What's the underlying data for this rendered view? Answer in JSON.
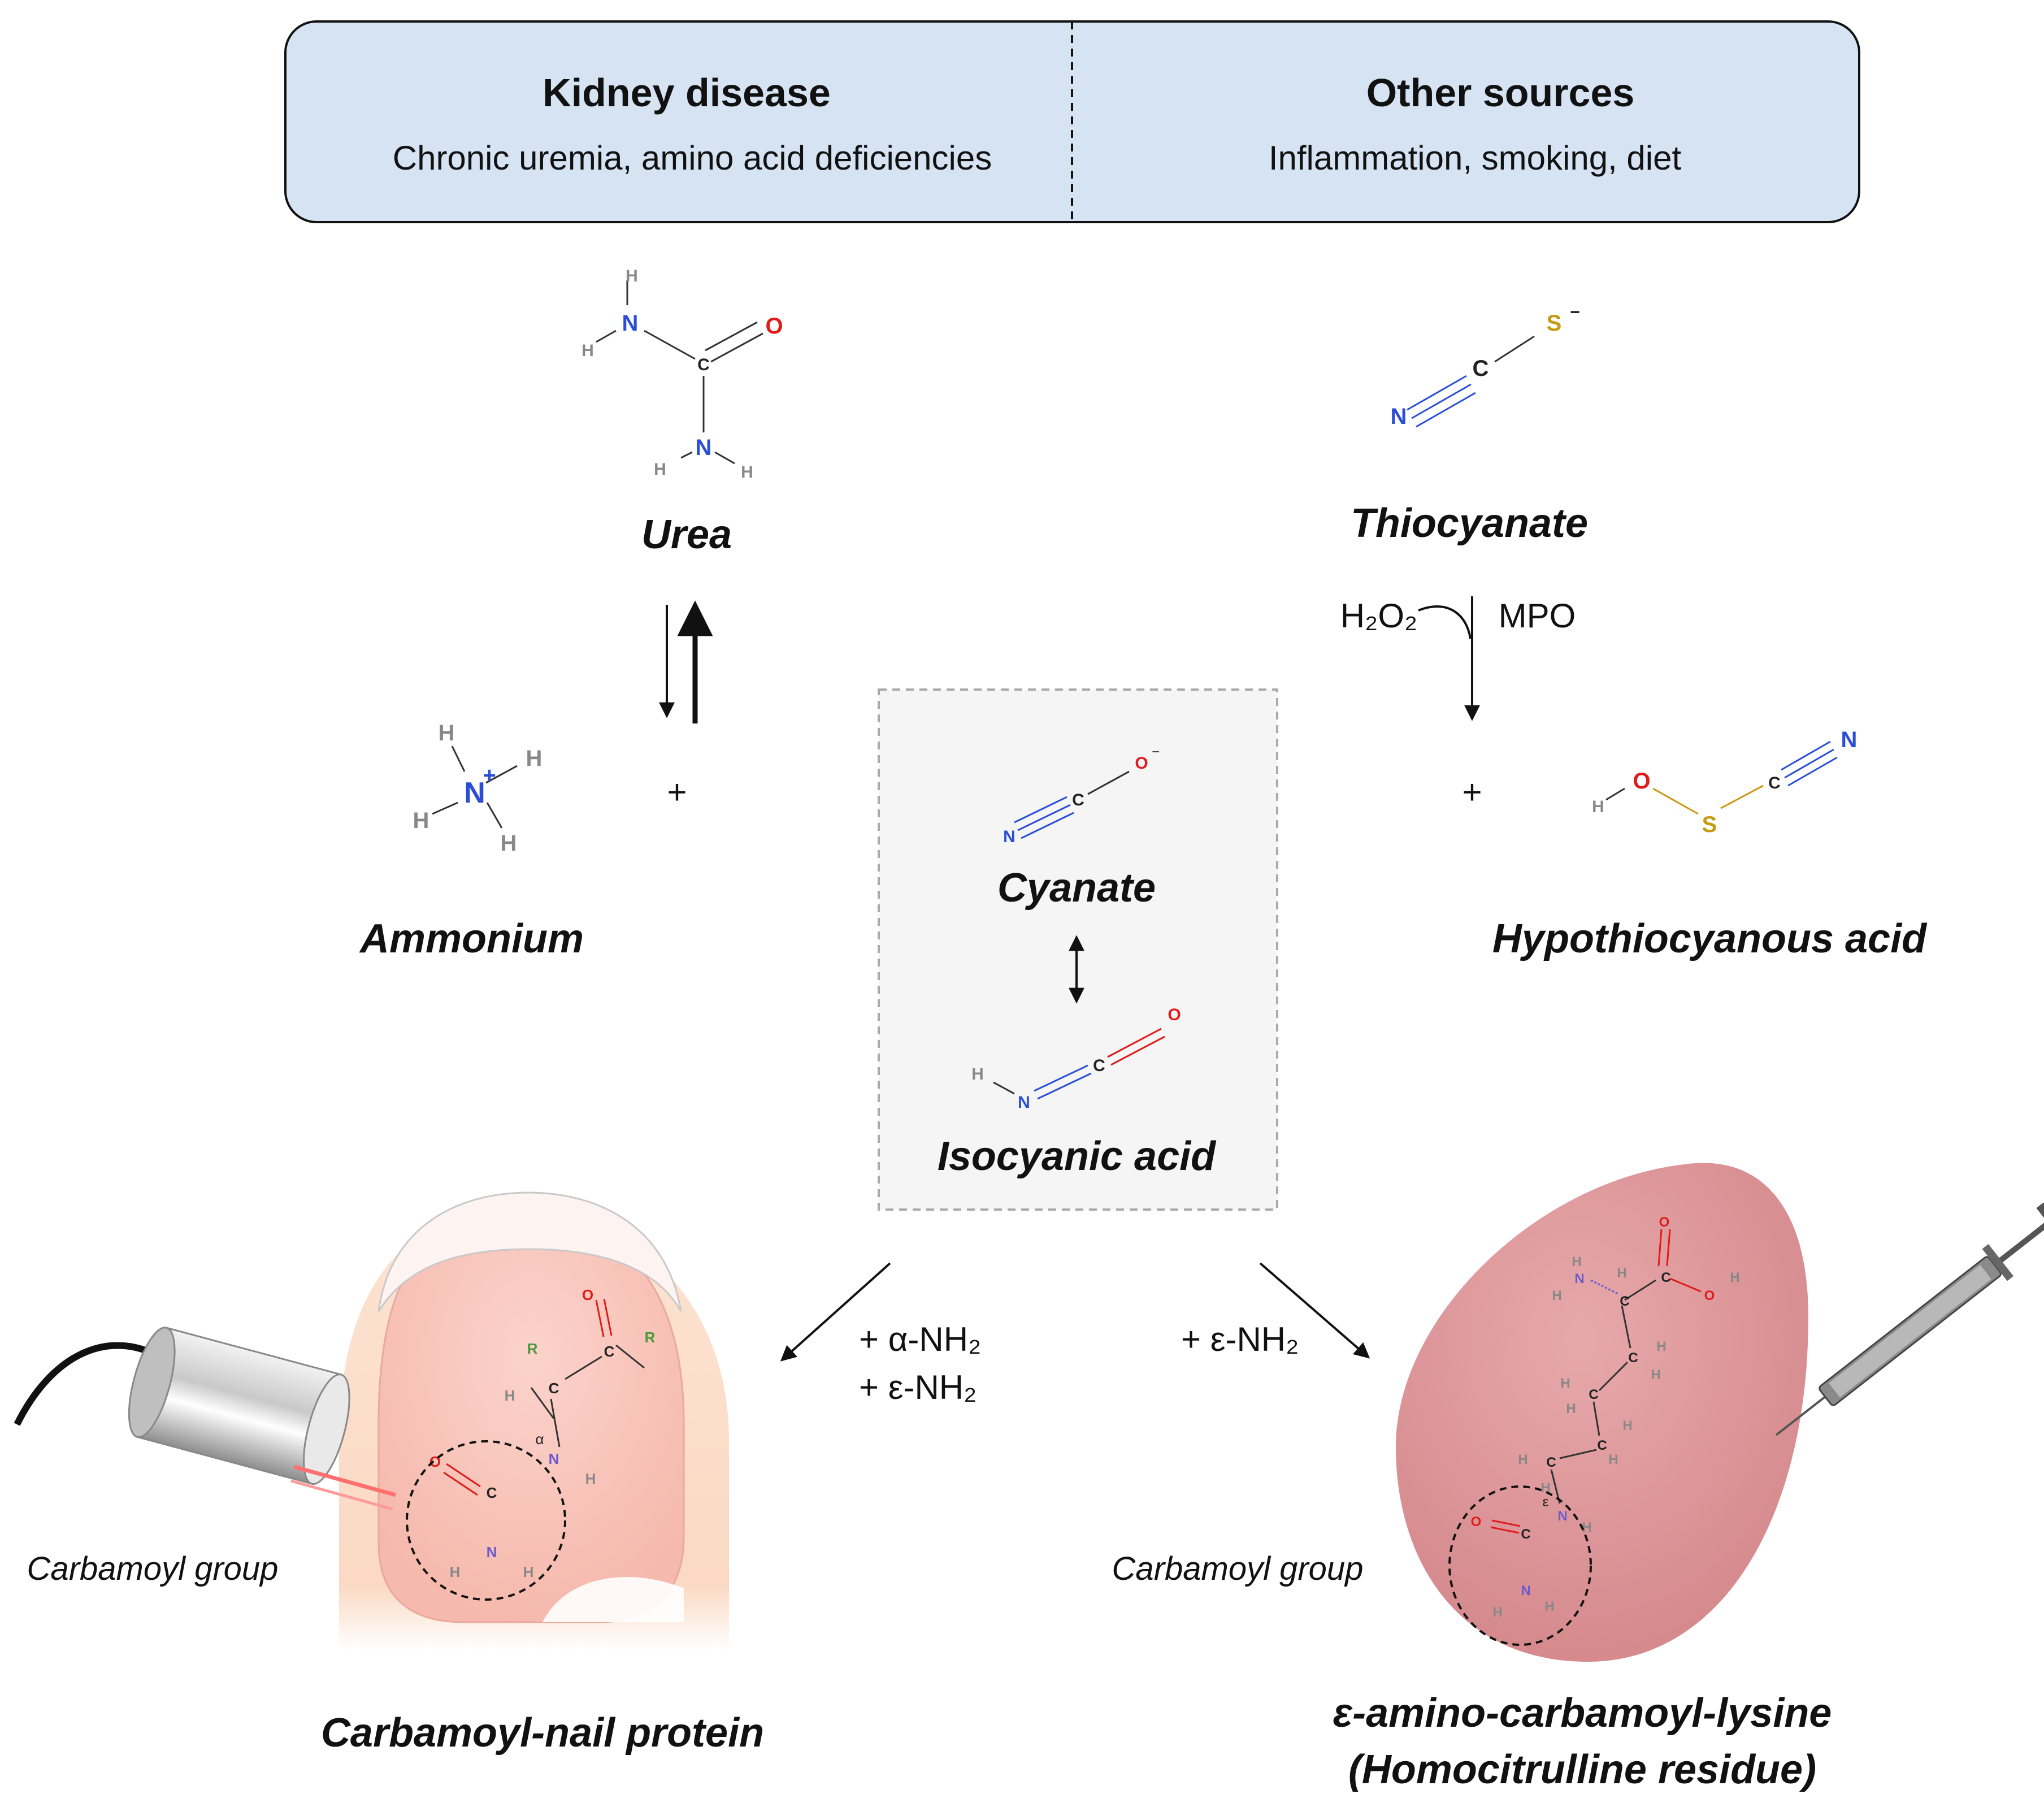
{
  "header": {
    "left_title": "Kidney disease",
    "left_sub": "Chronic uremia, amino acid deficiencies",
    "right_title": "Other sources",
    "right_sub": "Inflammation, smoking, diet"
  },
  "molecules": {
    "urea": "Urea",
    "thiocyanate": "Thiocyanate",
    "ammonium": "Ammonium",
    "cyanate": "Cyanate",
    "isocyanic_acid": "Isocyanic acid",
    "hypothiocyanous_acid": "Hypothiocyanous acid",
    "carbamoyl_nail": "Carbamoyl-nail protein",
    "homocitrulline_line1": "ε-amino-carbamoyl-lysine",
    "homocitrulline_line2": "(Homocitrulline residue)"
  },
  "labels": {
    "plus": "+",
    "h2o2": "H₂O₂",
    "mpo": "MPO",
    "alpha_nh2": "+ α-NH₂",
    "epsilon_nh2": "+ ε-NH₂",
    "epsilon_nh2_right": "+ ε-NH₂",
    "carbamoyl_group_left": "Carbamoyl group",
    "carbamoyl_group_right": "Carbamoyl group"
  },
  "colors": {
    "header_fill": "#d6e3f3",
    "box_fill": "#f5f5f5",
    "nitrogen": "#2a4fd6",
    "oxygen": "#e01b1b",
    "sulfur": "#c79a12",
    "hydrogen": "#888888",
    "carbon": "#222222",
    "r_group": "#4a9a3a",
    "nail_fill": "#f9c9c0",
    "drop_fill": "#d98a8e"
  }
}
